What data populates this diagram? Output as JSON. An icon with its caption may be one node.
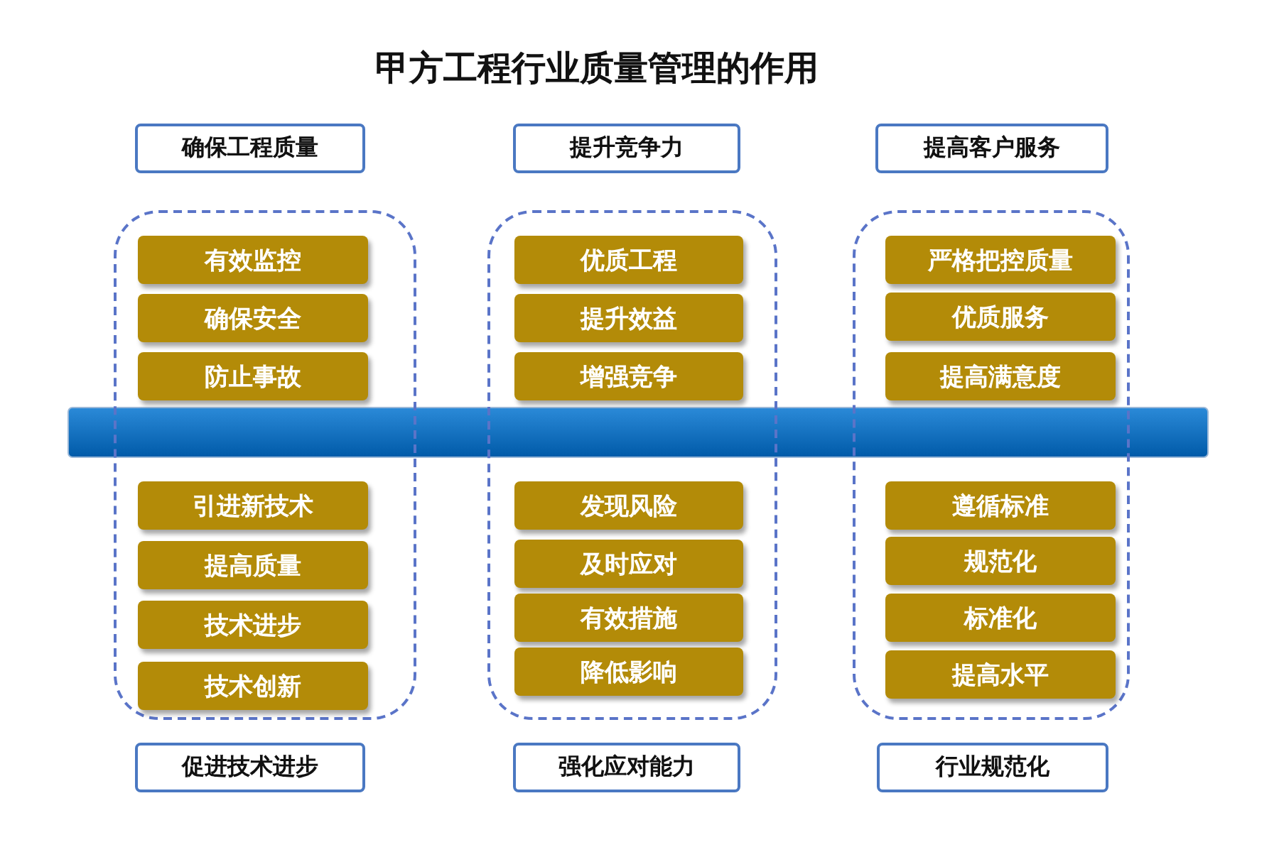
{
  "diagram": {
    "title": "甲方工程行业质量管理的作用",
    "nodes": [
      {
        "text": [
          "确保工程质量"
        ]
      },
      {
        "text": [
          "提升竞争力"
        ]
      },
      {
        "text": [
          "提高客户服务"
        ]
      },
      {
        "text": [],
        "shape": "box"
      },
      {
        "text": [
          "有效监控"
        ],
        "in": 3
      },
      {
        "text": [
          "确保安全"
        ],
        "in": 3
      },
      {
        "text": [
          "防止事故"
        ],
        "in": 3
      },
      {
        "text": [
          "引进新技术"
        ],
        "in": 3
      },
      {
        "text": [
          "提高质量"
        ],
        "in": 3
      },
      {
        "text": [
          "技术进步"
        ],
        "in": 3
      },
      {
        "text": [
          "技术创新"
        ],
        "in": 3
      },
      {
        "text": [],
        "shape": "box"
      },
      {
        "text": [
          "优质工程"
        ],
        "in": 11
      },
      {
        "text": [
          "提升效益"
        ],
        "in": 11
      },
      {
        "text": [
          "增强竞争"
        ],
        "in": 11
      },
      {
        "text": [
          "发现风险"
        ],
        "in": 11
      },
      {
        "text": [
          "及时应对"
        ],
        "in": 11
      },
      {
        "text": [
          "有效措施"
        ],
        "in": 11
      },
      {
        "text": [
          "降低影响"
        ],
        "in": 11
      },
      {
        "text": [],
        "shape": "box"
      },
      {
        "text": [
          "严格把控质量"
        ],
        "in": 19
      },
      {
        "text": [
          "优质服务"
        ],
        "in": 19
      },
      {
        "text": [
          "提高满意度"
        ],
        "in": 19
      },
      {
        "text": [
          "遵循标准"
        ],
        "in": 19
      },
      {
        "text": [
          "规范化"
        ],
        "in": 19
      },
      {
        "text": [
          "标准化"
        ],
        "in": 19
      },
      {
        "text": [
          "提高水平"
        ],
        "in": 19
      },
      {
        "text": [
          "促进技术进步"
        ]
      },
      {
        "text": [
          "强化应对能力"
        ]
      },
      {
        "text": [
          "行业规范化"
        ]
      },
      {
        "text": [],
        "shape": "bar"
      }
    ]
  }
}
